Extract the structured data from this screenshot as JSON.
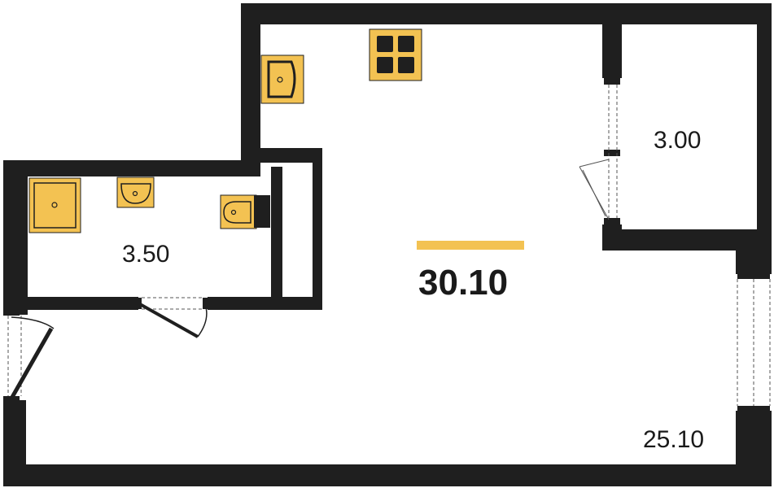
{
  "plan": {
    "total_area": "30.10",
    "accent_color": "#F3C252",
    "wall_color": "#1F1F1F",
    "rooms": [
      {
        "id": "bathroom",
        "area": "3.50"
      },
      {
        "id": "balcony",
        "area": "3.00"
      },
      {
        "id": "living-room",
        "area": "25.10"
      }
    ],
    "fixtures": [
      "stove-icon",
      "kitchen-sink-icon",
      "shower-tray-icon",
      "bathroom-sink-icon",
      "toilet-icon"
    ]
  }
}
